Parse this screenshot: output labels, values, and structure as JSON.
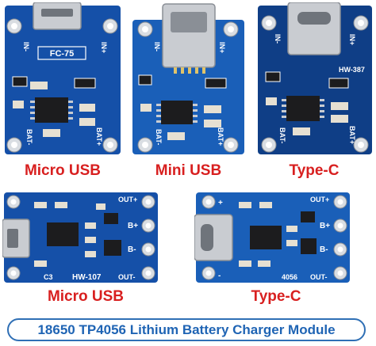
{
  "captions": {
    "board_1": "Micro USB",
    "board_2": "Mini USB",
    "board_3": "Type-C",
    "board_4": "Micro USB",
    "board_5": "Type-C"
  },
  "banner": {
    "title": "18650 TP4056 Lithium Battery Charger Module"
  },
  "silkscreen": {
    "board_1": {
      "pad_in_minus": "IN-",
      "pad_in_plus": "IN+",
      "pad_bat_minus": "BAT-",
      "pad_bat_plus": "BAT+",
      "model": "FC-75"
    },
    "board_2": {
      "pad_in_minus": "IN-",
      "pad_in_plus": "IN+",
      "pad_bat_minus": "BAT-",
      "pad_bat_plus": "BAT+"
    },
    "board_3": {
      "pad_in_minus": "IN-",
      "pad_in_plus": "IN+",
      "pad_bat_minus": "BAT-",
      "pad_bat_plus": "BAT+",
      "model": "HW-387"
    },
    "board_4": {
      "out_plus": "OUT+",
      "b_plus": "B+",
      "b_minus": "B-",
      "out_minus": "OUT-",
      "model": "HW-107",
      "cap": "C3"
    },
    "board_5": {
      "out_plus": "OUT+",
      "b_plus": "B+",
      "b_minus": "B-",
      "out_minus": "OUT-",
      "code": "4056",
      "in_plus": "+",
      "in_minus": "-"
    }
  },
  "colors": {
    "pcb_blue": "#1550a8",
    "pcb_dark": "#0f3e86",
    "caption_red": "#d81f1f",
    "banner_blue": "#1f64b4"
  }
}
